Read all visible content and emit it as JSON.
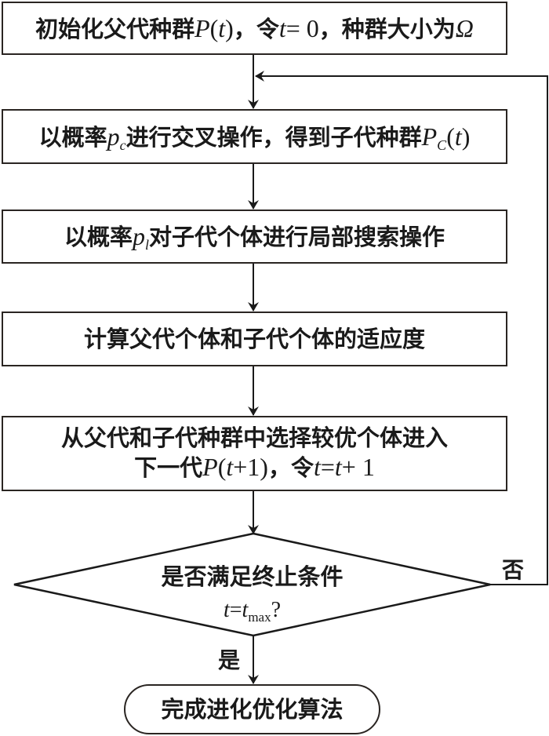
{
  "diagram": {
    "type": "flowchart",
    "nodes": {
      "init": {
        "text1": "初始化父代种群",
        "math1": "P",
        "rm1": "(",
        "math2": "t",
        "rm2": ")",
        "text2": "，令",
        "math3": "t",
        "rm3": "= 0",
        "text3": "，种群大小为",
        "math4": "Ω"
      },
      "crossover": {
        "text1": "以概率",
        "math1": "p",
        "sub1": "c",
        "text2": "进行交叉操作，得到子代种群",
        "math2": "P",
        "sub2": "C",
        "rm1": "(",
        "math3": "t",
        "rm2": ")"
      },
      "local_search": {
        "text1": "以概率",
        "math1": "p",
        "sub1": "l",
        "text2": "对子代个体进行局部搜索操作"
      },
      "fitness": {
        "text1": "计算父代个体和子代个体的适应度"
      },
      "select": {
        "line1": "从父代和子代种群中选择较优个体进入",
        "text1": "下一代",
        "math1": "P",
        "rm1": "(",
        "math2": "t",
        "rm2": "+1)",
        "text2": "，令",
        "math3": "t",
        "rm3": "=",
        "math4": "t",
        "rm4": "+ 1"
      },
      "decision": {
        "line1": "是否满足终止条件",
        "math1": "t",
        "rm1": "=",
        "math2": "t",
        "sub1": "max",
        "rm2": "?"
      },
      "end": {
        "text1": "完成进化优化算法"
      }
    },
    "edge_labels": {
      "no": "否",
      "yes": "是"
    }
  }
}
